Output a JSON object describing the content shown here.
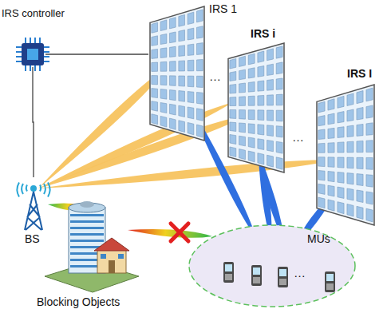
{
  "diagram": {
    "nodes": [
      {
        "text": [
          "IRS controller"
        ]
      },
      {
        "text": [
          "IRS 1"
        ]
      },
      {
        "text": [
          "IRS i"
        ]
      },
      {
        "text": [
          "IRS I"
        ]
      },
      {
        "text": [
          "BS"
        ]
      },
      {
        "text": [
          "Blocking Objects"
        ]
      },
      {
        "text": [
          "MUs"
        ]
      }
    ],
    "edges": [
      {
        "from": 0,
        "to": 1,
        "arrow": "none"
      },
      {
        "from": 0,
        "to": 4,
        "arrow": "none"
      }
    ],
    "labels": [
      "…",
      "…",
      "…"
    ]
  }
}
